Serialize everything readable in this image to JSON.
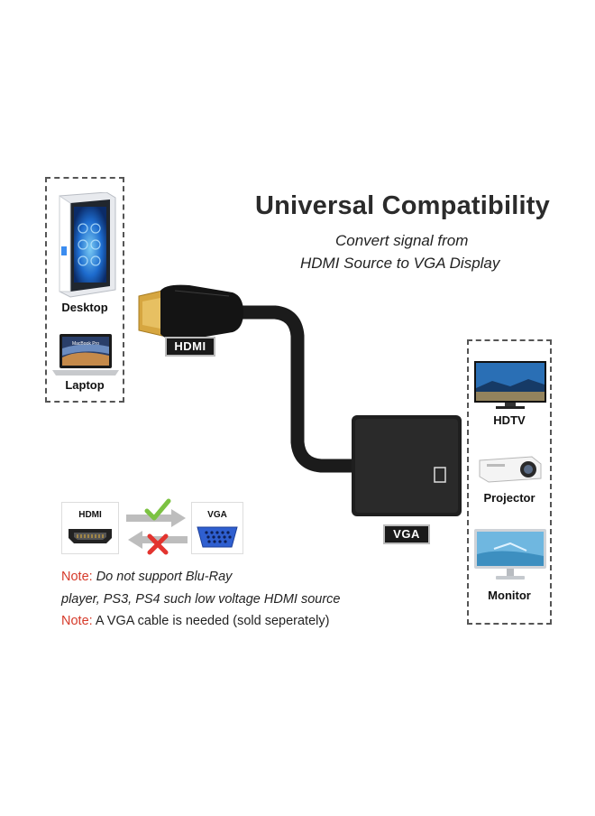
{
  "headline": "Universal Compatibility",
  "subline1": "Convert signal from",
  "subline2": "HDMI Source to VGA Display",
  "sources": [
    {
      "label": "Desktop",
      "icon": "desktop-pc-icon"
    },
    {
      "label": "Laptop",
      "icon": "laptop-icon",
      "screen_text": "MacBook Pro"
    }
  ],
  "displays": [
    {
      "label": "HDTV",
      "icon": "hdtv-icon"
    },
    {
      "label": "Projector",
      "icon": "projector-icon"
    },
    {
      "label": "Monitor",
      "icon": "monitor-icon"
    }
  ],
  "cable_tags": {
    "hdmi": "HDMI",
    "vga": "VGA"
  },
  "direction": {
    "hdmi_label": "HDMI",
    "vga_label": "VGA",
    "supported_icon": "checkmark-icon",
    "unsupported_icon": "cross-icon"
  },
  "notes": {
    "note1_prefix": "Note:",
    "note1_text": " Do not support Blu-Ray",
    "note1_cont": "player, PS3, PS4 such low voltage HDMI source",
    "note2_prefix": "Note:",
    "note2_text": " A VGA cable is needed (sold seperately)"
  },
  "colors": {
    "note_red": "#d63a2a",
    "check_green": "#7cc242",
    "cross_red": "#e3342f",
    "vga_blue": "#2f5fd0"
  }
}
